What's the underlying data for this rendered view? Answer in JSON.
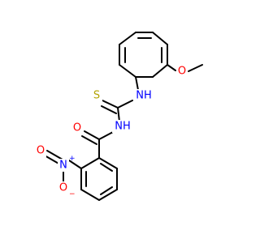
{
  "molecule": {
    "atoms": {
      "sulfur": "S",
      "amide_oxygen": "O",
      "thioamide_nh": "NH",
      "imide_nh": "NH",
      "ether_oxygen": "O",
      "nitro_nitrogen": "N",
      "nitro_nitrogen_charge": "+",
      "nitro_oxygen_double": "O",
      "nitro_oxygen_single": "O",
      "nitro_oxygen_single_charge": "−"
    },
    "colors": {
      "bond": "#000000",
      "sulfur": "#b2a300",
      "oxygen": "#ff0000",
      "nitrogen": "#0000ff"
    }
  }
}
